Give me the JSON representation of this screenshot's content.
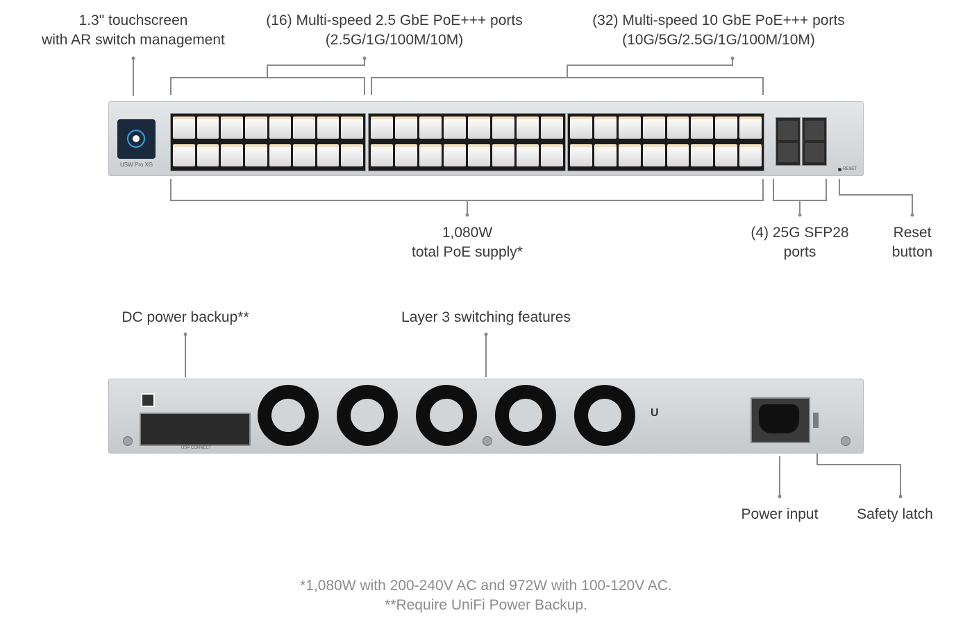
{
  "front_labels": {
    "touchscreen": [
      "1.3\" touchscreen",
      "with AR switch management"
    ],
    "ports_2_5g": [
      "(16) Multi-speed 2.5 GbE PoE+++ ports",
      "(2.5G/1G/100M/10M)"
    ],
    "ports_10g": [
      "(32) Multi-speed 10 GbE PoE+++ ports",
      "(10G/5G/2.5G/1G/100M/10M)"
    ],
    "poe_supply": [
      "1,080W",
      "total PoE supply*"
    ],
    "sfp28": [
      "(4) 25G SFP28",
      "ports"
    ],
    "reset": [
      "Reset",
      "button"
    ]
  },
  "rear_labels": {
    "dc_backup": "DC power backup**",
    "layer3": "Layer 3 switching features",
    "power_input": "Power input",
    "safety_latch": "Safety latch"
  },
  "device": {
    "model": "USW Pro XG",
    "reset_text": "RESET",
    "usp_text": "USP CONNECT"
  },
  "footnotes": [
    "*1,080W with 200-240V AC and 972W with 100-120V AC.",
    "**Require UniFi Power Backup."
  ]
}
